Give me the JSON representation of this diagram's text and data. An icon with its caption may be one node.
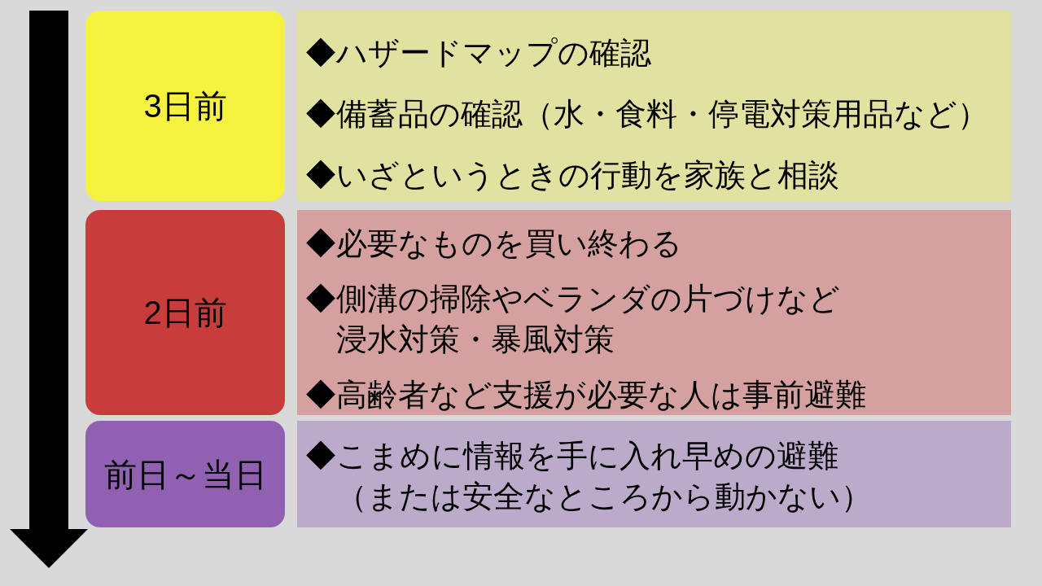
{
  "diagram": {
    "nodes": [
      {
        "text": [
          "3日前"
        ]
      },
      {
        "text": [
          "◆ハザードマップの確認",
          "◆備蓄品の確認（水・食料・停電対策用品など）",
          "◆いざというときの行動を家族と相談"
        ]
      },
      {
        "text": [
          "2日前"
        ]
      },
      {
        "text": [
          "◆必要なものを買い終わる",
          "◆側溝の掃除やベランダの片づけなど浸水対策・暴風対策",
          "◆高齢者など支援が必要な人は事前避難"
        ]
      },
      {
        "text": [
          "前日～当日"
        ]
      },
      {
        "text": [
          "◆こまめに情報を手に入れ早めの避難（または安全なところから動かない）"
        ]
      }
    ]
  }
}
